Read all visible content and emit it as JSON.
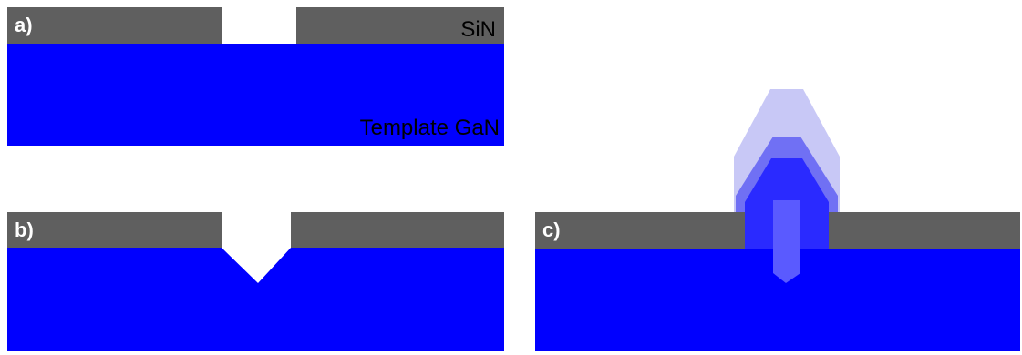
{
  "colors": {
    "substrate": "#0000ff",
    "mask": "#5f5f5f",
    "growth_outer": "#c8c8f6",
    "growth_middle": "#7070f4",
    "growth_inner": "#2a2aff",
    "core": "#5a5aff"
  },
  "panels": {
    "a": {
      "label": "a)",
      "mask_label": "SiN",
      "substrate_label": "Template GaN"
    },
    "b": {
      "label": "b)"
    },
    "c": {
      "label": "c)"
    }
  }
}
